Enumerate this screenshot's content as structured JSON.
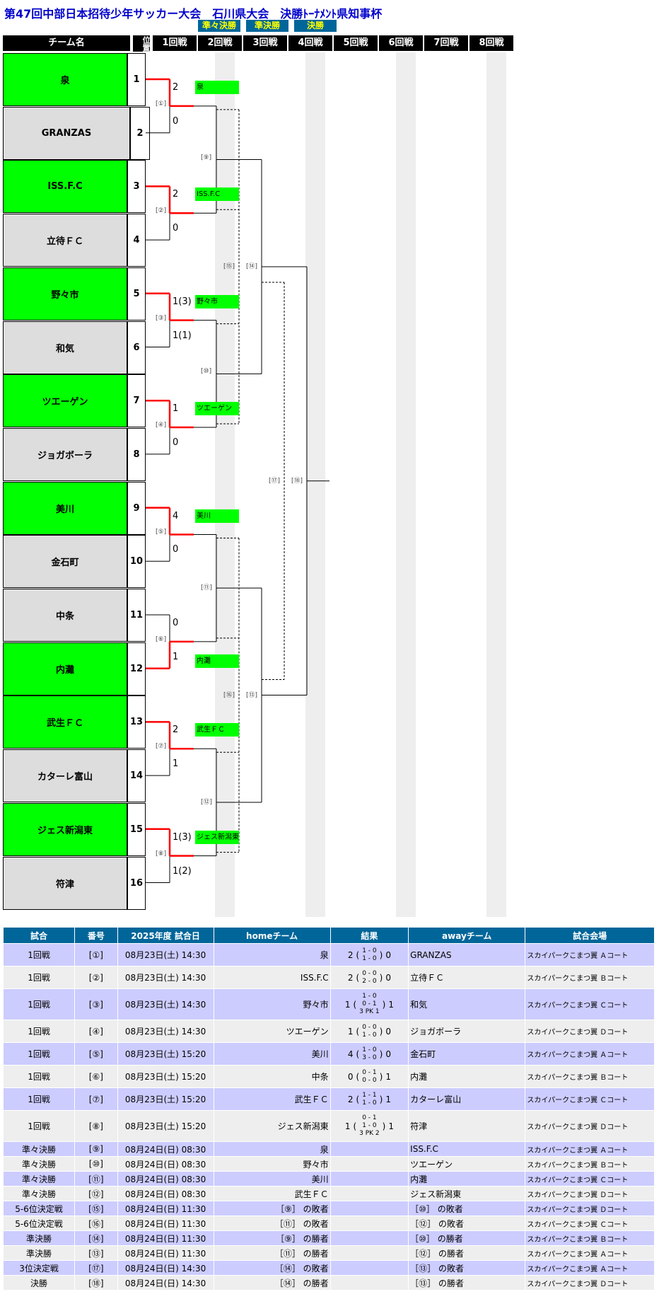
{
  "title": "第47回中部日本招待少年サッカー大会　石川県大会　決勝ﾄｰﾅﾒﾝﾄ県知事杯",
  "round_tags": [
    "準々決勝",
    "準決勝",
    "決勝"
  ],
  "header": {
    "team_name": "チーム名",
    "position": "位置",
    "rounds": [
      "1回戦",
      "2回戦",
      "3回戦",
      "4回戦",
      "5回戦",
      "6回戦",
      "7回戦",
      "8回戦"
    ]
  },
  "teams": [
    {
      "name": "泉",
      "pos": "1",
      "win": true
    },
    {
      "name": "GRANZAS",
      "pos": "2",
      "win": false
    },
    {
      "name": "ISS.F.C",
      "pos": "3",
      "win": true
    },
    {
      "name": "立待ＦＣ",
      "pos": "4",
      "win": false
    },
    {
      "name": "野々市",
      "pos": "5",
      "win": true
    },
    {
      "name": "和気",
      "pos": "6",
      "win": false
    },
    {
      "name": "ツエーゲン",
      "pos": "7",
      "win": true
    },
    {
      "name": "ジョガボーラ",
      "pos": "8",
      "win": false
    },
    {
      "name": "美川",
      "pos": "9",
      "win": true
    },
    {
      "name": "金石町",
      "pos": "10",
      "win": false
    },
    {
      "name": "中条",
      "pos": "11",
      "win": false
    },
    {
      "name": "内灘",
      "pos": "12",
      "win": true
    },
    {
      "name": "武生ＦＣ",
      "pos": "13",
      "win": true
    },
    {
      "name": "カターレ富山",
      "pos": "14",
      "win": false
    },
    {
      "name": "ジェス新潟東",
      "pos": "15",
      "win": true
    },
    {
      "name": "符津",
      "pos": "16",
      "win": false
    }
  ],
  "first_round": [
    {
      "num": "[①]",
      "top": "2",
      "bottom": "0",
      "winner": "泉",
      "top_wins": true
    },
    {
      "num": "[②]",
      "top": "2",
      "bottom": "0",
      "winner": "ISS.F.C",
      "top_wins": true
    },
    {
      "num": "[③]",
      "top": "1(3)",
      "bottom": "1(1)",
      "winner": "野々市",
      "top_wins": true
    },
    {
      "num": "[④]",
      "top": "1",
      "bottom": "0",
      "winner": "ツエーゲン",
      "top_wins": true
    },
    {
      "num": "[⑤]",
      "top": "4",
      "bottom": "0",
      "winner": "美川",
      "top_wins": true
    },
    {
      "num": "[⑥]",
      "top": "0",
      "bottom": "1",
      "winner": "内灘",
      "top_wins": false
    },
    {
      "num": "[⑦]",
      "top": "2",
      "bottom": "1",
      "winner": "武生ＦＣ",
      "top_wins": true
    },
    {
      "num": "[⑧]",
      "top": "1(3)",
      "bottom": "1(2)",
      "winner": "ジェス新潟東",
      "top_wins": true
    }
  ],
  "second_round_nums": [
    "[⑨]",
    "[⑩]",
    "[⑪]",
    "[⑫]"
  ],
  "consolation_nums": [
    "[⑮]",
    "[⑯]"
  ],
  "semi_nums": [
    "[⑭]",
    "[⑬]"
  ],
  "final_nums": [
    "[⑰]",
    "[⑱]"
  ],
  "schedule": {
    "headers": [
      "試合",
      "番号",
      "2025年度 試合日",
      "homeチーム",
      "結果",
      "awayチーム",
      "試合会場"
    ],
    "rows": [
      {
        "round": "1回戦",
        "num": "[①]",
        "date": "08月23日(土) 14:30",
        "home": "泉",
        "hs": "2",
        "h1": "1 - 0",
        "h2": "1 - 0",
        "pk": "",
        "as": "0",
        "away": "GRANZAS",
        "venue": "スカイパークこまつ翼 Ａコート"
      },
      {
        "round": "1回戦",
        "num": "[②]",
        "date": "08月23日(土) 14:30",
        "home": "ISS.F.C",
        "hs": "2",
        "h1": "0 - 0",
        "h2": "2 - 0",
        "pk": "",
        "as": "0",
        "away": "立待ＦＣ",
        "venue": "スカイパークこまつ翼 Ｂコート"
      },
      {
        "round": "1回戦",
        "num": "[③]",
        "date": "08月23日(土) 14:30",
        "home": "野々市",
        "hs": "1",
        "h1": "1 - 0",
        "h2": "0 - 1",
        "pk": "3 PK 1",
        "as": "1",
        "away": "和気",
        "venue": "スカイパークこまつ翼 Ｃコート"
      },
      {
        "round": "1回戦",
        "num": "[④]",
        "date": "08月23日(土) 14:30",
        "home": "ツエーゲン",
        "hs": "1",
        "h1": "0 - 0",
        "h2": "1 - 0",
        "pk": "",
        "as": "0",
        "away": "ジョガボーラ",
        "venue": "スカイパークこまつ翼 Ｄコート"
      },
      {
        "round": "1回戦",
        "num": "[⑤]",
        "date": "08月23日(土) 15:20",
        "home": "美川",
        "hs": "4",
        "h1": "1 - 0",
        "h2": "3 - 0",
        "pk": "",
        "as": "0",
        "away": "金石町",
        "venue": "スカイパークこまつ翼 Ａコート"
      },
      {
        "round": "1回戦",
        "num": "[⑥]",
        "date": "08月23日(土) 15:20",
        "home": "中条",
        "hs": "0",
        "h1": "0 - 1",
        "h2": "0 - 0",
        "pk": "",
        "as": "1",
        "away": "内灘",
        "venue": "スカイパークこまつ翼 Ｂコート"
      },
      {
        "round": "1回戦",
        "num": "[⑦]",
        "date": "08月23日(土) 15:20",
        "home": "武生ＦＣ",
        "hs": "2",
        "h1": "1 - 1",
        "h2": "1 - 0",
        "pk": "",
        "as": "1",
        "away": "カターレ富山",
        "venue": "スカイパークこまつ翼 Ｃコート"
      },
      {
        "round": "1回戦",
        "num": "[⑧]",
        "date": "08月23日(土) 15:20",
        "home": "ジェス新潟東",
        "hs": "1",
        "h1": "0 - 1",
        "h2": "1 - 0",
        "pk": "3 PK 2",
        "as": "1",
        "away": "符津",
        "venue": "スカイパークこまつ翼 Ｄコート"
      },
      {
        "round": "準々決勝",
        "num": "[⑨]",
        "date": "08月24日(日) 08:30",
        "home": "泉",
        "hs": "",
        "h1": "",
        "h2": "",
        "pk": "",
        "as": "",
        "away": "ISS.F.C",
        "venue": "スカイパークこまつ翼 Ａコート"
      },
      {
        "round": "準々決勝",
        "num": "[⑩]",
        "date": "08月24日(日) 08:30",
        "home": "野々市",
        "hs": "",
        "h1": "",
        "h2": "",
        "pk": "",
        "as": "",
        "away": "ツエーゲン",
        "venue": "スカイパークこまつ翼 Ｂコート"
      },
      {
        "round": "準々決勝",
        "num": "[⑪]",
        "date": "08月24日(日) 08:30",
        "home": "美川",
        "hs": "",
        "h1": "",
        "h2": "",
        "pk": "",
        "as": "",
        "away": "内灘",
        "venue": "スカイパークこまつ翼 Ｃコート"
      },
      {
        "round": "準々決勝",
        "num": "[⑫]",
        "date": "08月24日(日) 08:30",
        "home": "武生ＦＣ",
        "hs": "",
        "h1": "",
        "h2": "",
        "pk": "",
        "as": "",
        "away": "ジェス新潟東",
        "venue": "スカイパークこまつ翼 Ｄコート"
      },
      {
        "round": "5-6位決定戦",
        "num": "[⑮]",
        "date": "08月24日(日) 11:30",
        "home": "［⑨］ の敗者",
        "hs": "",
        "h1": "",
        "h2": "",
        "pk": "",
        "as": "",
        "away": "［⑩］ の敗者",
        "venue": "スカイパークこまつ翼 Ｄコート"
      },
      {
        "round": "5-6位決定戦",
        "num": "[⑯]",
        "date": "08月24日(日) 11:30",
        "home": "［⑪］ の敗者",
        "hs": "",
        "h1": "",
        "h2": "",
        "pk": "",
        "as": "",
        "away": "［⑫］ の敗者",
        "venue": "スカイパークこまつ翼 Ｃコート"
      },
      {
        "round": "準決勝",
        "num": "[⑭]",
        "date": "08月24日(日) 11:30",
        "home": "［⑨］ の勝者",
        "hs": "",
        "h1": "",
        "h2": "",
        "pk": "",
        "as": "",
        "away": "［⑩］ の勝者",
        "venue": "スカイパークこまつ翼 Ｂコート"
      },
      {
        "round": "準決勝",
        "num": "[⑬]",
        "date": "08月24日(日) 11:30",
        "home": "［⑪］ の勝者",
        "hs": "",
        "h1": "",
        "h2": "",
        "pk": "",
        "as": "",
        "away": "［⑫］ の勝者",
        "venue": "スカイパークこまつ翼 Ａコート"
      },
      {
        "round": "3位決定戦",
        "num": "[⑰]",
        "date": "08月24日(日) 14:30",
        "home": "［⑭］ の敗者",
        "hs": "",
        "h1": "",
        "h2": "",
        "pk": "",
        "as": "",
        "away": "［⑬］ の敗者",
        "venue": "スカイパークこまつ翼 Ａコート"
      },
      {
        "round": "決勝",
        "num": "[⑱]",
        "date": "08月24日(日) 14:30",
        "home": "［⑭］ の勝者",
        "hs": "",
        "h1": "",
        "h2": "",
        "pk": "",
        "as": "",
        "away": "［⑬］ の勝者",
        "venue": "スカイパークこまつ翼 Ｄコート"
      }
    ]
  },
  "colors": {
    "winner": "#00ff00",
    "loser": "#dddddd",
    "win_line": "#ff0000",
    "title": "#0000cc",
    "tag_bg": "#00669a",
    "tag_fg": "#ffff00",
    "header_bg": "#000000",
    "row_odd": "#ccccff",
    "row_even": "#eeeeee"
  }
}
